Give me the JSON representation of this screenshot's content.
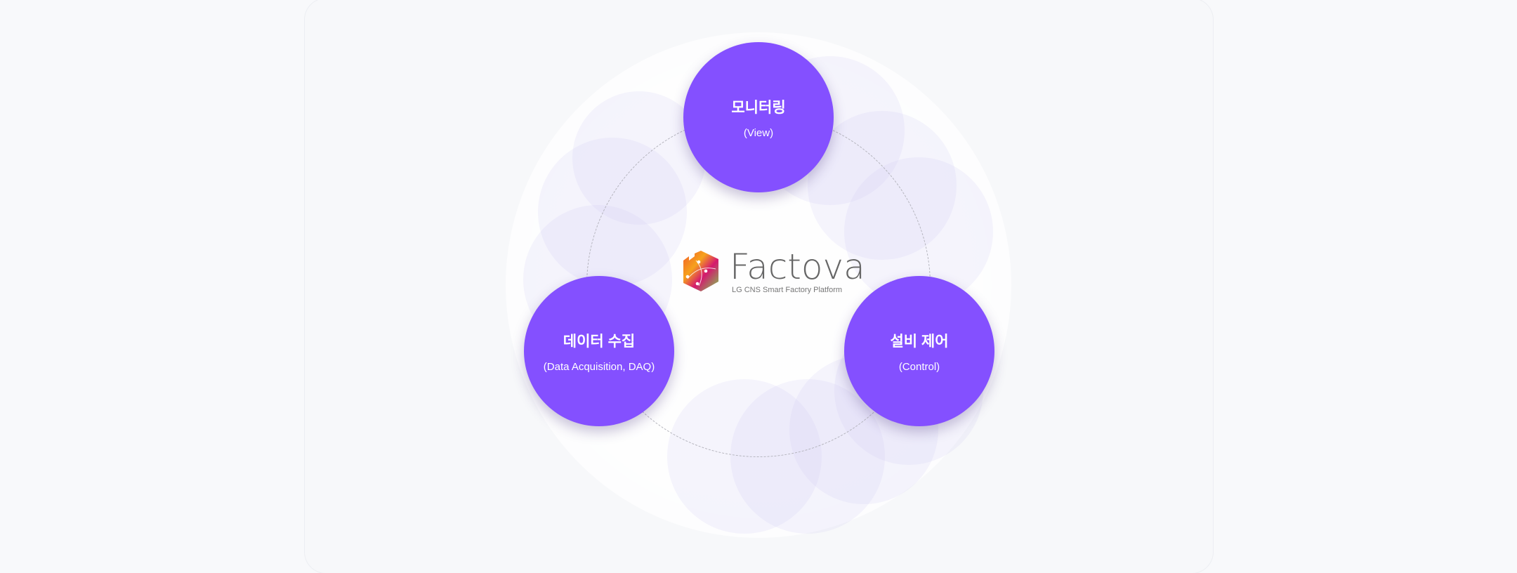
{
  "logo": {
    "name": "Factova",
    "tagline": "LG CNS Smart Factory Platform"
  },
  "nodes": [
    {
      "title": "모니터링",
      "subtitle": "(View)"
    },
    {
      "title": "데이터 수집",
      "subtitle": "(Data Acquisition, DAQ)"
    },
    {
      "title": "설비 제어",
      "subtitle": "(Control)"
    }
  ],
  "colors": {
    "node": "#8450ff",
    "ring": "#b4b4bc",
    "background": "#f7f8fa"
  }
}
